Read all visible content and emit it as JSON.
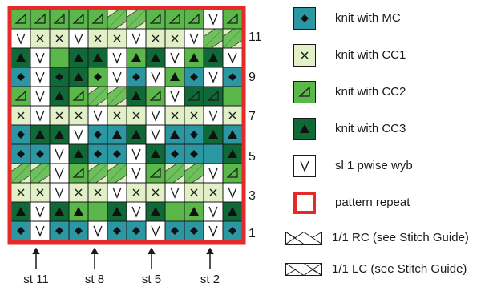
{
  "colors": {
    "mc": "#2a97a2",
    "cc1": "#e2f0c8",
    "cc2": "#5ab84a",
    "cc3": "#0f6a38",
    "sl": "#ffffff",
    "repeat": "#e52a2a",
    "stroke": "#1a1a1a"
  },
  "row_numbers": [
    "11",
    "9",
    "7",
    "5",
    "3",
    "1"
  ],
  "stitch_labels": [
    "st 11",
    "st 8",
    "st 5",
    "st 2"
  ],
  "legend": [
    {
      "key": "mc",
      "symbol": "diamond-icon",
      "label": "knit with MC"
    },
    {
      "key": "cc1",
      "symbol": "x-icon",
      "label": "knit with CC1"
    },
    {
      "key": "cc2",
      "symbol": "triangle-outline-icon",
      "label": "knit with CC2"
    },
    {
      "key": "cc3",
      "symbol": "triangle-solid-icon",
      "label": "knit with CC3"
    },
    {
      "key": "sl",
      "symbol": "v-icon",
      "label": "sl 1 pwise wyb"
    },
    {
      "key": "repeat",
      "symbol": "red-box-icon",
      "label": "pattern repeat"
    },
    {
      "key": "rc",
      "symbol": "rc-cable-icon",
      "label": "1/1 RC (see Stitch Guide)"
    },
    {
      "key": "lc",
      "symbol": "lc-cable-icon",
      "label": "1/1 LC (see Stitch Guide)"
    }
  ],
  "chart_grid": [
    "AAAAABBAAAAA",
    "ACCDCCDCCARR",
    "DAADDAADAADD",
    "MMDDAMMMAMMM",
    "ADDABBDAADDA",
    "CDCCDCCDCCDC",
    "MDDDMMDDMMDM",
    "MMMDMMMDMMMD",
    "BBAABBAABBAA",
    "CCDCCDCCDCCD",
    "DDDAADDDAADD",
    "MDMMDMMDMMDM"
  ],
  "chart_symbols": [
    "ttttt..tttvt",
    "vxxvxxvxxv..",
    "Tv TTvTTvTTv",
    "dvdTdvdvTdvd",
    "tvTt..Ttvtt ",
    "xvxxvxxvxxvx",
    "dTTvdTTvTdTT",
    "ddvTddvTdd T",
    "..vt..vt..vt",
    "xxvxxvxxvxxv",
    "TvTT TvT TvT",
    "dvddvddvddvd"
  ]
}
